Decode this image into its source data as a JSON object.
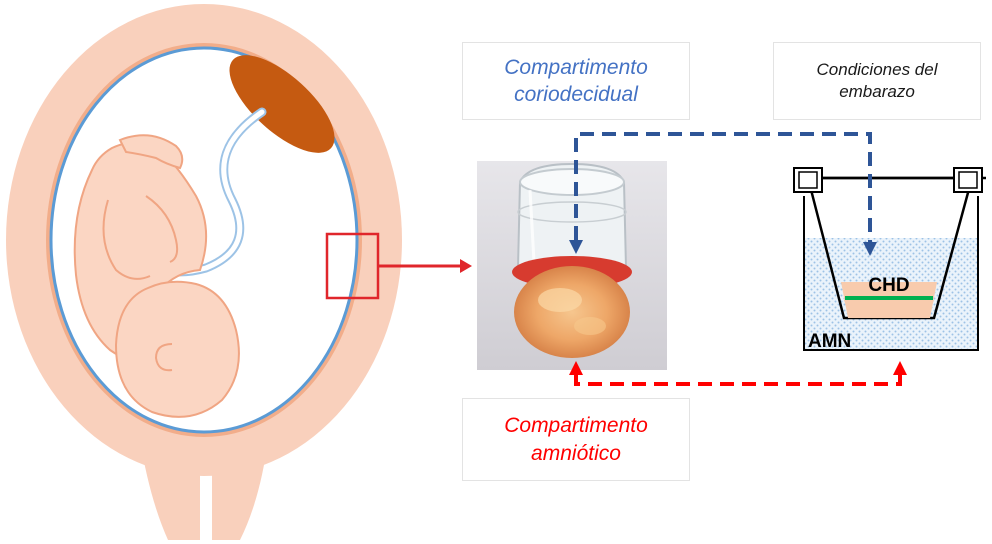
{
  "labels": {
    "choriodecidual_line1": "Compartimento",
    "choriodecidual_line2": "coriodecidual",
    "conditions_line1": "Condiciones del",
    "conditions_line2": "embarazo",
    "amniotic_line1": "Compartimento",
    "amniotic_line2": "amniótico"
  },
  "device_layers": {
    "top": "CHD",
    "bottom": "AMN"
  },
  "colors": {
    "choriodecidual_text": "#4472c4",
    "amniotic_text": "#ff0000",
    "blue_arrow": "#2e5597",
    "red_arrow": "#ff0000",
    "uterus_wall": "#f9d0bc",
    "placenta": "#c55a11",
    "amniotic_sac": "#5b9bd5",
    "fetus_fill": "#fbd6c3",
    "fetus_stroke": "#f0a583",
    "membrane_green": "#00b050",
    "liquid_dots": "#9dc3e6"
  },
  "icons": [
    "uterus-fetus-illustration",
    "membrane-photo",
    "transwell-insert-icon"
  ]
}
